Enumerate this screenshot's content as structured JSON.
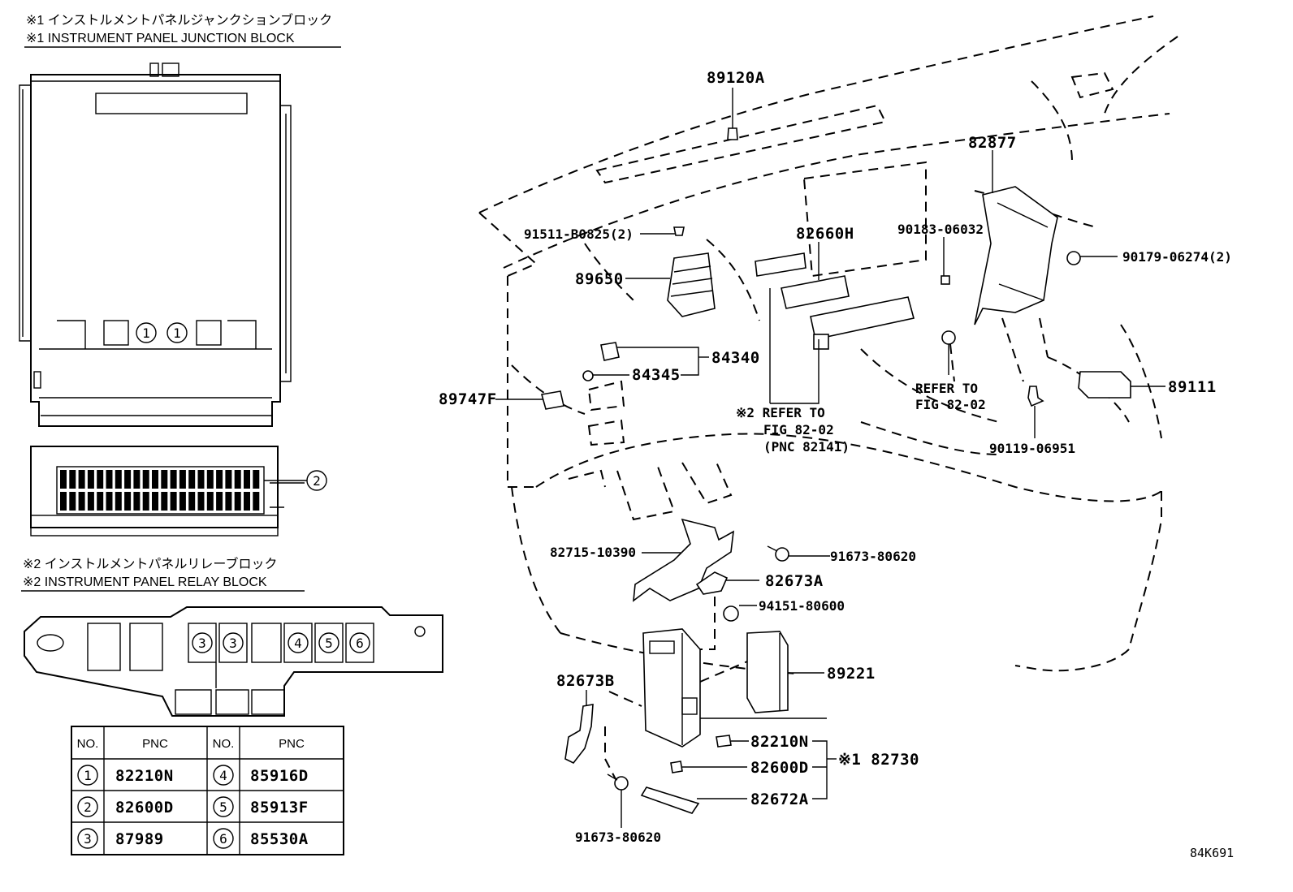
{
  "headings": {
    "junction_block_jp": "※1 インストルメントパネルジャンクションブロック",
    "junction_block_en": "※1 INSTRUMENT PANEL JUNCTION BLOCK",
    "relay_block_jp": "※2 インストルメントパネルリレーブロック",
    "relay_block_en": "※2 INSTRUMENT PANEL RELAY BLOCK"
  },
  "circle_markers": [
    "1",
    "1",
    "2",
    "3",
    "3",
    "4",
    "5",
    "6"
  ],
  "pnc_table": {
    "headers": [
      "NO.",
      "PNC",
      "NO.",
      "PNC"
    ],
    "rows": [
      {
        "no_left": "1",
        "pnc_left": "82210N",
        "no_right": "4",
        "pnc_right": "85916D"
      },
      {
        "no_left": "2",
        "pnc_left": "82600D",
        "no_right": "5",
        "pnc_right": "85913F"
      },
      {
        "no_left": "3",
        "pnc_left": "87989",
        "no_right": "6",
        "pnc_right": "85530A"
      }
    ]
  },
  "callouts": {
    "p89120A": "89120A",
    "p82877": "82877",
    "p91511": "91511-B0825(2)",
    "p82660H": "82660H",
    "p90183": "90183-06032",
    "p90179": "90179-06274(2)",
    "p89650": "89650",
    "p84340": "84340",
    "p84345": "84345",
    "p89747F": "89747F",
    "p89111": "89111",
    "ref1_line1": "※2 REFER TO",
    "ref1_line2": "FIG 82-02",
    "ref1_line3": "(PNC 82141)",
    "ref2_line1": "REFER TO",
    "ref2_line2": "FIG 82-02",
    "p90119": "90119-06951",
    "p82715": "82715-10390",
    "p91673a": "91673-80620",
    "p82673A": "82673A",
    "p94151": "94151-80600",
    "p89221": "89221",
    "p82673B": "82673B",
    "p82210N": "82210N",
    "p82600D": "82600D",
    "p82672A": "82672A",
    "p82730": "※1 82730",
    "p91673b": "91673-80620"
  },
  "figure_code": "84K691"
}
